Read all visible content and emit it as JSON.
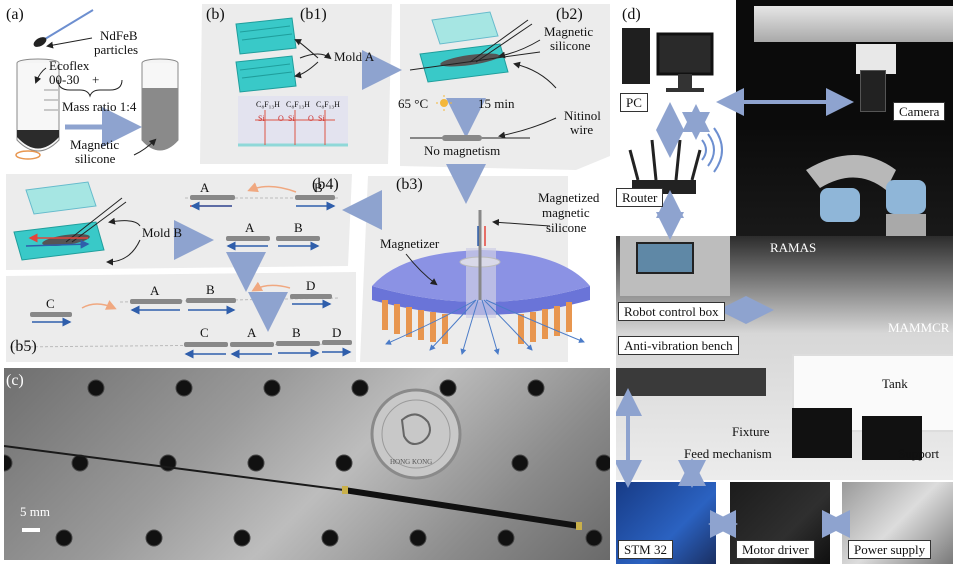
{
  "figure": {
    "panel_a": {
      "tag": "(a)",
      "ndfeb": "NdFeB",
      "particles": "particles",
      "ecoflex": "Ecoflex",
      "ecoflex_grade": "00-30",
      "plus": "+",
      "ratio": "Mass ratio 1:4",
      "result_line1": "Magnetic",
      "result_line2": "silicone"
    },
    "panel_b": {
      "tag": "(b)",
      "b1": "(b1)",
      "b2": "(b2)",
      "b3": "(b3)",
      "b4": "(b4)",
      "b5": "(b5)",
      "mold_a": "Mold A",
      "mold_b": "Mold B",
      "chem_label": "C₈F₁₃H",
      "chem_si": "Si",
      "chem_o": "O",
      "magnetic_silicone_1": "Magnetic",
      "magnetic_silicone_2": "silicone",
      "temp": "65 °C",
      "time": "15 min",
      "nitinol_1": "Nitinol",
      "nitinol_2": "wire",
      "no_magnetism": "No magnetism",
      "magnetized_1": "Magnetized",
      "magnetized_2": "magnetic",
      "magnetized_3": "silicone",
      "magnetizer": "Magnetizer",
      "seg_a": "A",
      "seg_b": "B",
      "seg_c": "C",
      "seg_d": "D"
    },
    "panel_c": {
      "tag": "(c)",
      "scale": "5 mm",
      "coin_text": "HONG KONG"
    },
    "panel_d": {
      "tag": "(d)",
      "pc": "PC",
      "camera": "Camera",
      "router": "Router",
      "ramas": "RAMAS",
      "robot_box": "Robot control box",
      "mammcr": "MAMMCR",
      "bench": "Anti-vibration bench",
      "tank": "Tank",
      "fixture": "Fixture",
      "feed": "Feed mechanism",
      "support": "Support",
      "stm": "STM 32",
      "motor": "Motor driver",
      "power": "Power supply"
    },
    "colors": {
      "arrow": "#8ea3cf",
      "mold": "#35c9c9",
      "mold_light": "#9fe3e0",
      "magnet_red": "#e4443b",
      "magnet_blue": "#2f5eab",
      "magnetizer_top": "#7f86e0",
      "magnetizer_coil": "#e8964f"
    }
  }
}
